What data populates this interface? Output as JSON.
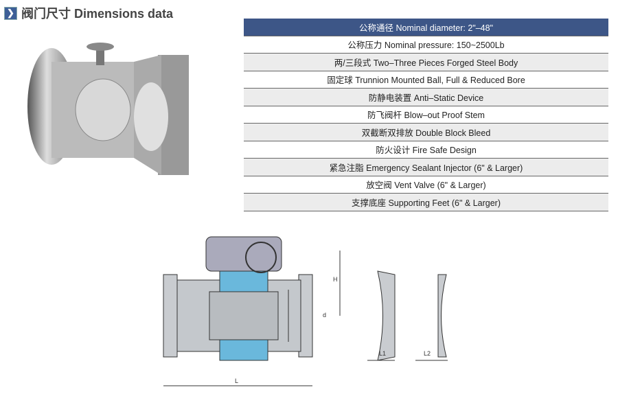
{
  "title": "阀门尺寸 Dimensions data",
  "specs": [
    "公称通径 Nominal diameter: 2\"–48\"",
    "公称压力 Nominal pressure: 150~2500Lb",
    "两/三段式 Two–Three Pieces Forged Steel Body",
    "固定球 Trunnion Mounted Ball, Full & Reduced Bore",
    "防静电装置 Anti–Static Device",
    "防飞阀杆 Blow–out Proof Stem",
    "双截断双排放 Double Block Bleed",
    "防火设计 Fire Safe Design",
    "紧急注脂 Emergency Sealant Injector (6\" & Larger)",
    "放空阀 Vent Valve (6\" & Larger)",
    "支撑底座 Supporting Feet (6\" & Larger)"
  ],
  "dims": {
    "H": "H",
    "d": "d",
    "L": "L",
    "L1": "L1",
    "L2": "L2"
  },
  "colors": {
    "header": "#3d5687",
    "cavity": "#6ab8dc"
  }
}
